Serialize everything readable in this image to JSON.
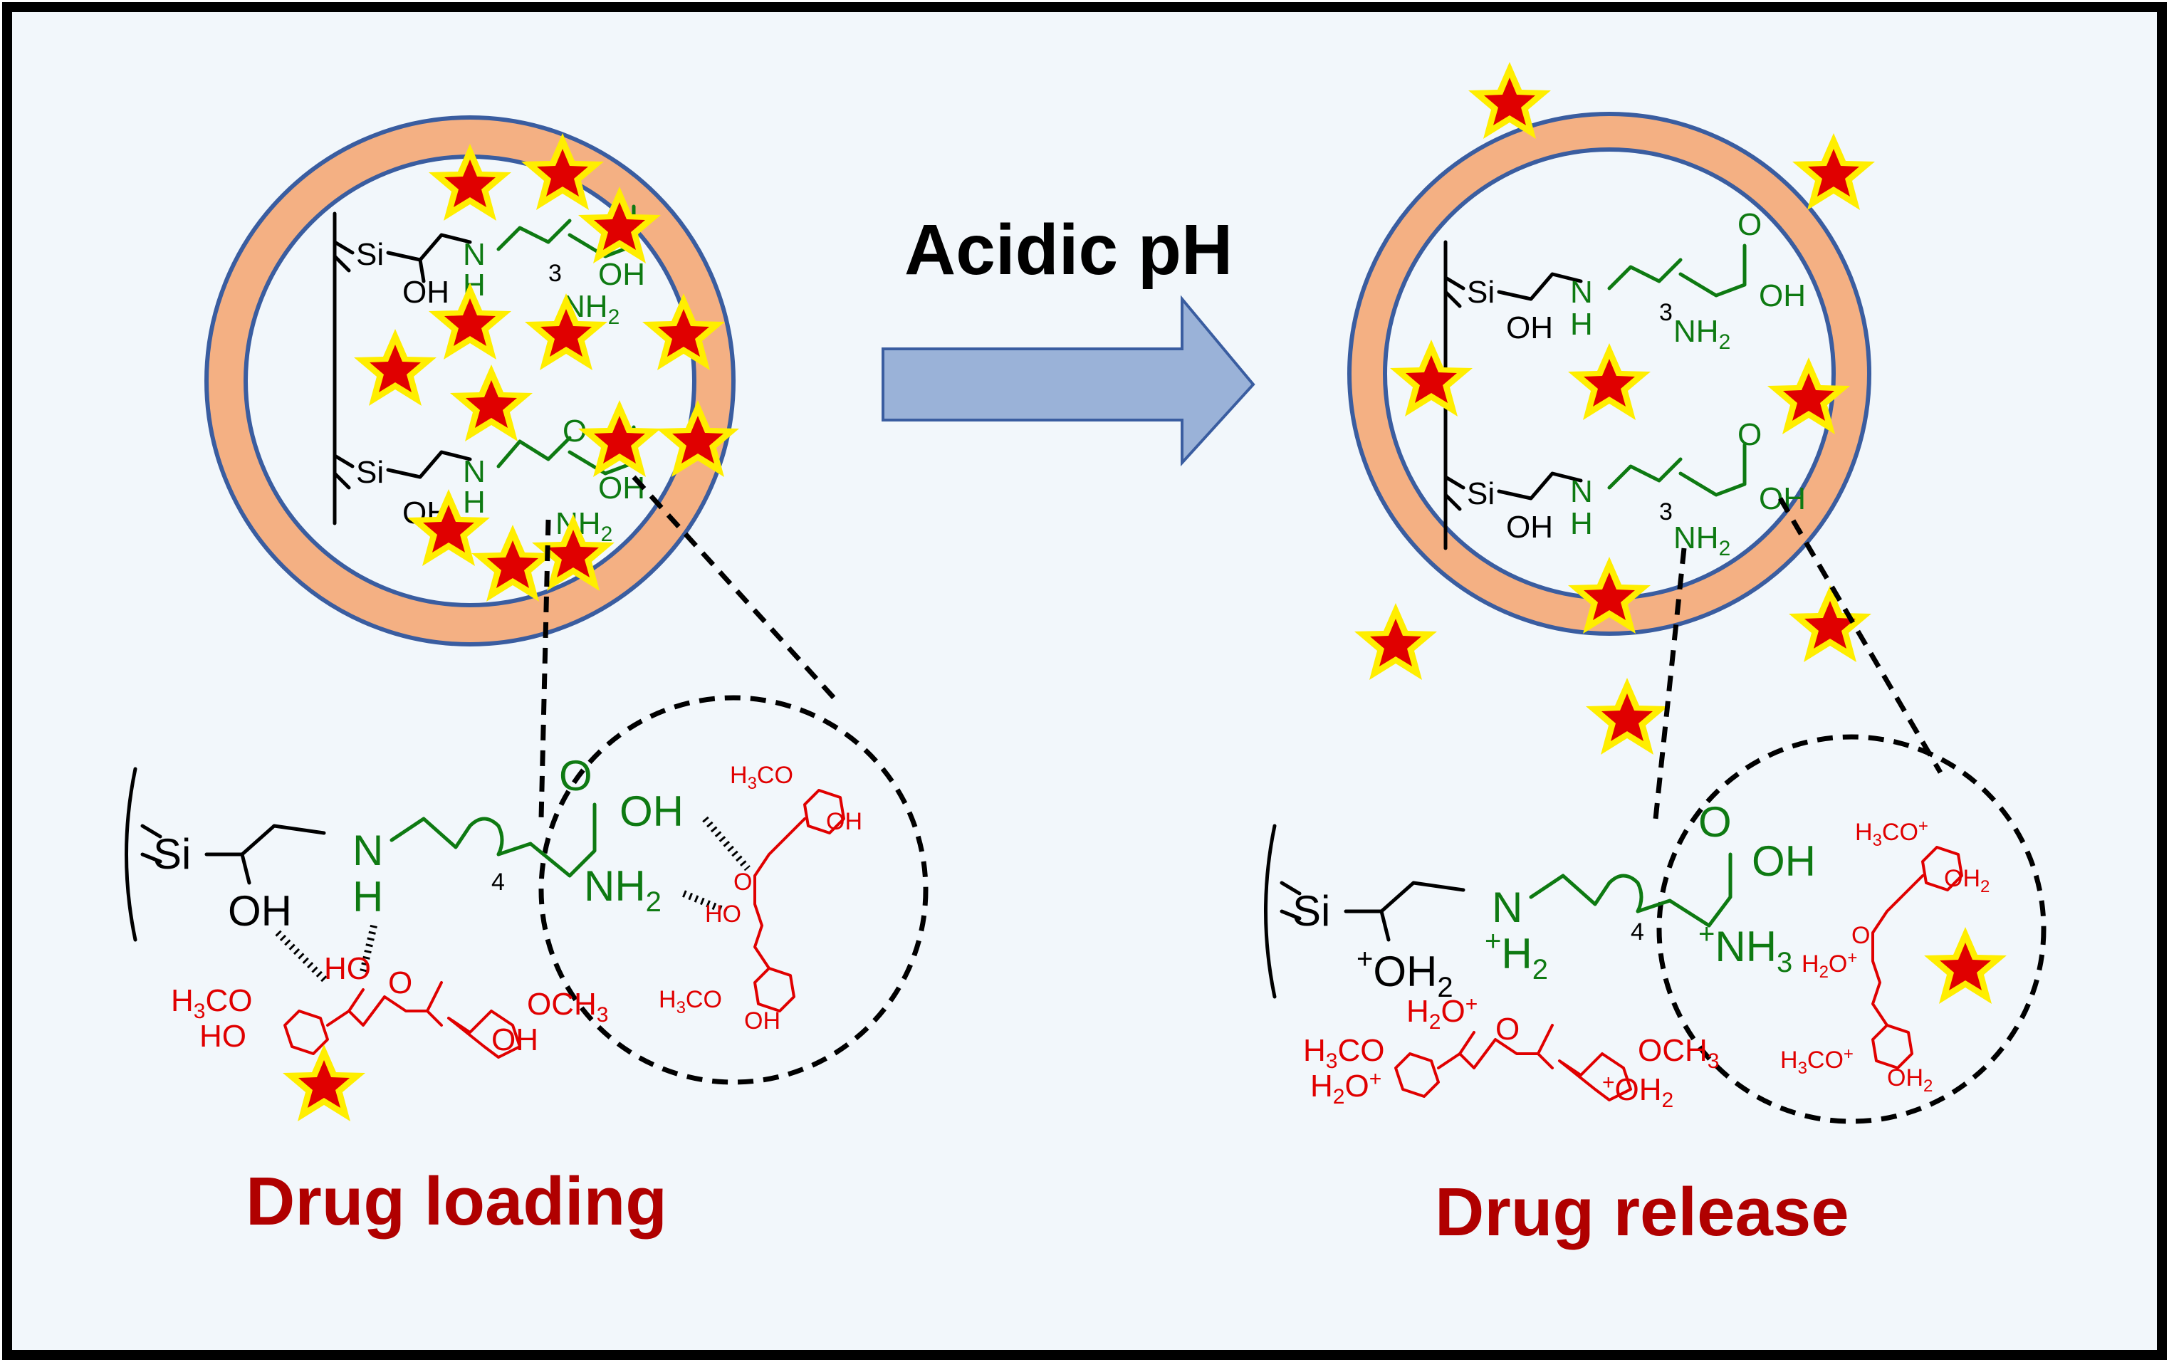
{
  "colors": {
    "background": "#f2f7fb",
    "shell": "#f4b083",
    "shell_edge": "#3a5da0",
    "arrow_fill": "#9ab2d8",
    "linker": "#0e7a12",
    "drug": "#e00000",
    "label": "#b00000",
    "star_fill": "#e00000",
    "star_glow": "#ffee00"
  },
  "arrow_label": "Acidic pH",
  "left_label": "Drug loading",
  "right_label": "Drug release",
  "chem": {
    "si": "Si",
    "oh": "OH",
    "n": "N",
    "h": "H",
    "o": "O",
    "nh2": "NH",
    "sub2": "2",
    "sub3": "3",
    "sub4": "4",
    "plus": "+",
    "h2": "H",
    "nh3": "NH",
    "oh2": "OH",
    "h3co": "H",
    "och3": "OCH",
    "co": "CO",
    "ho": "HO",
    "h2o": "H",
    "o_plus": "O"
  }
}
